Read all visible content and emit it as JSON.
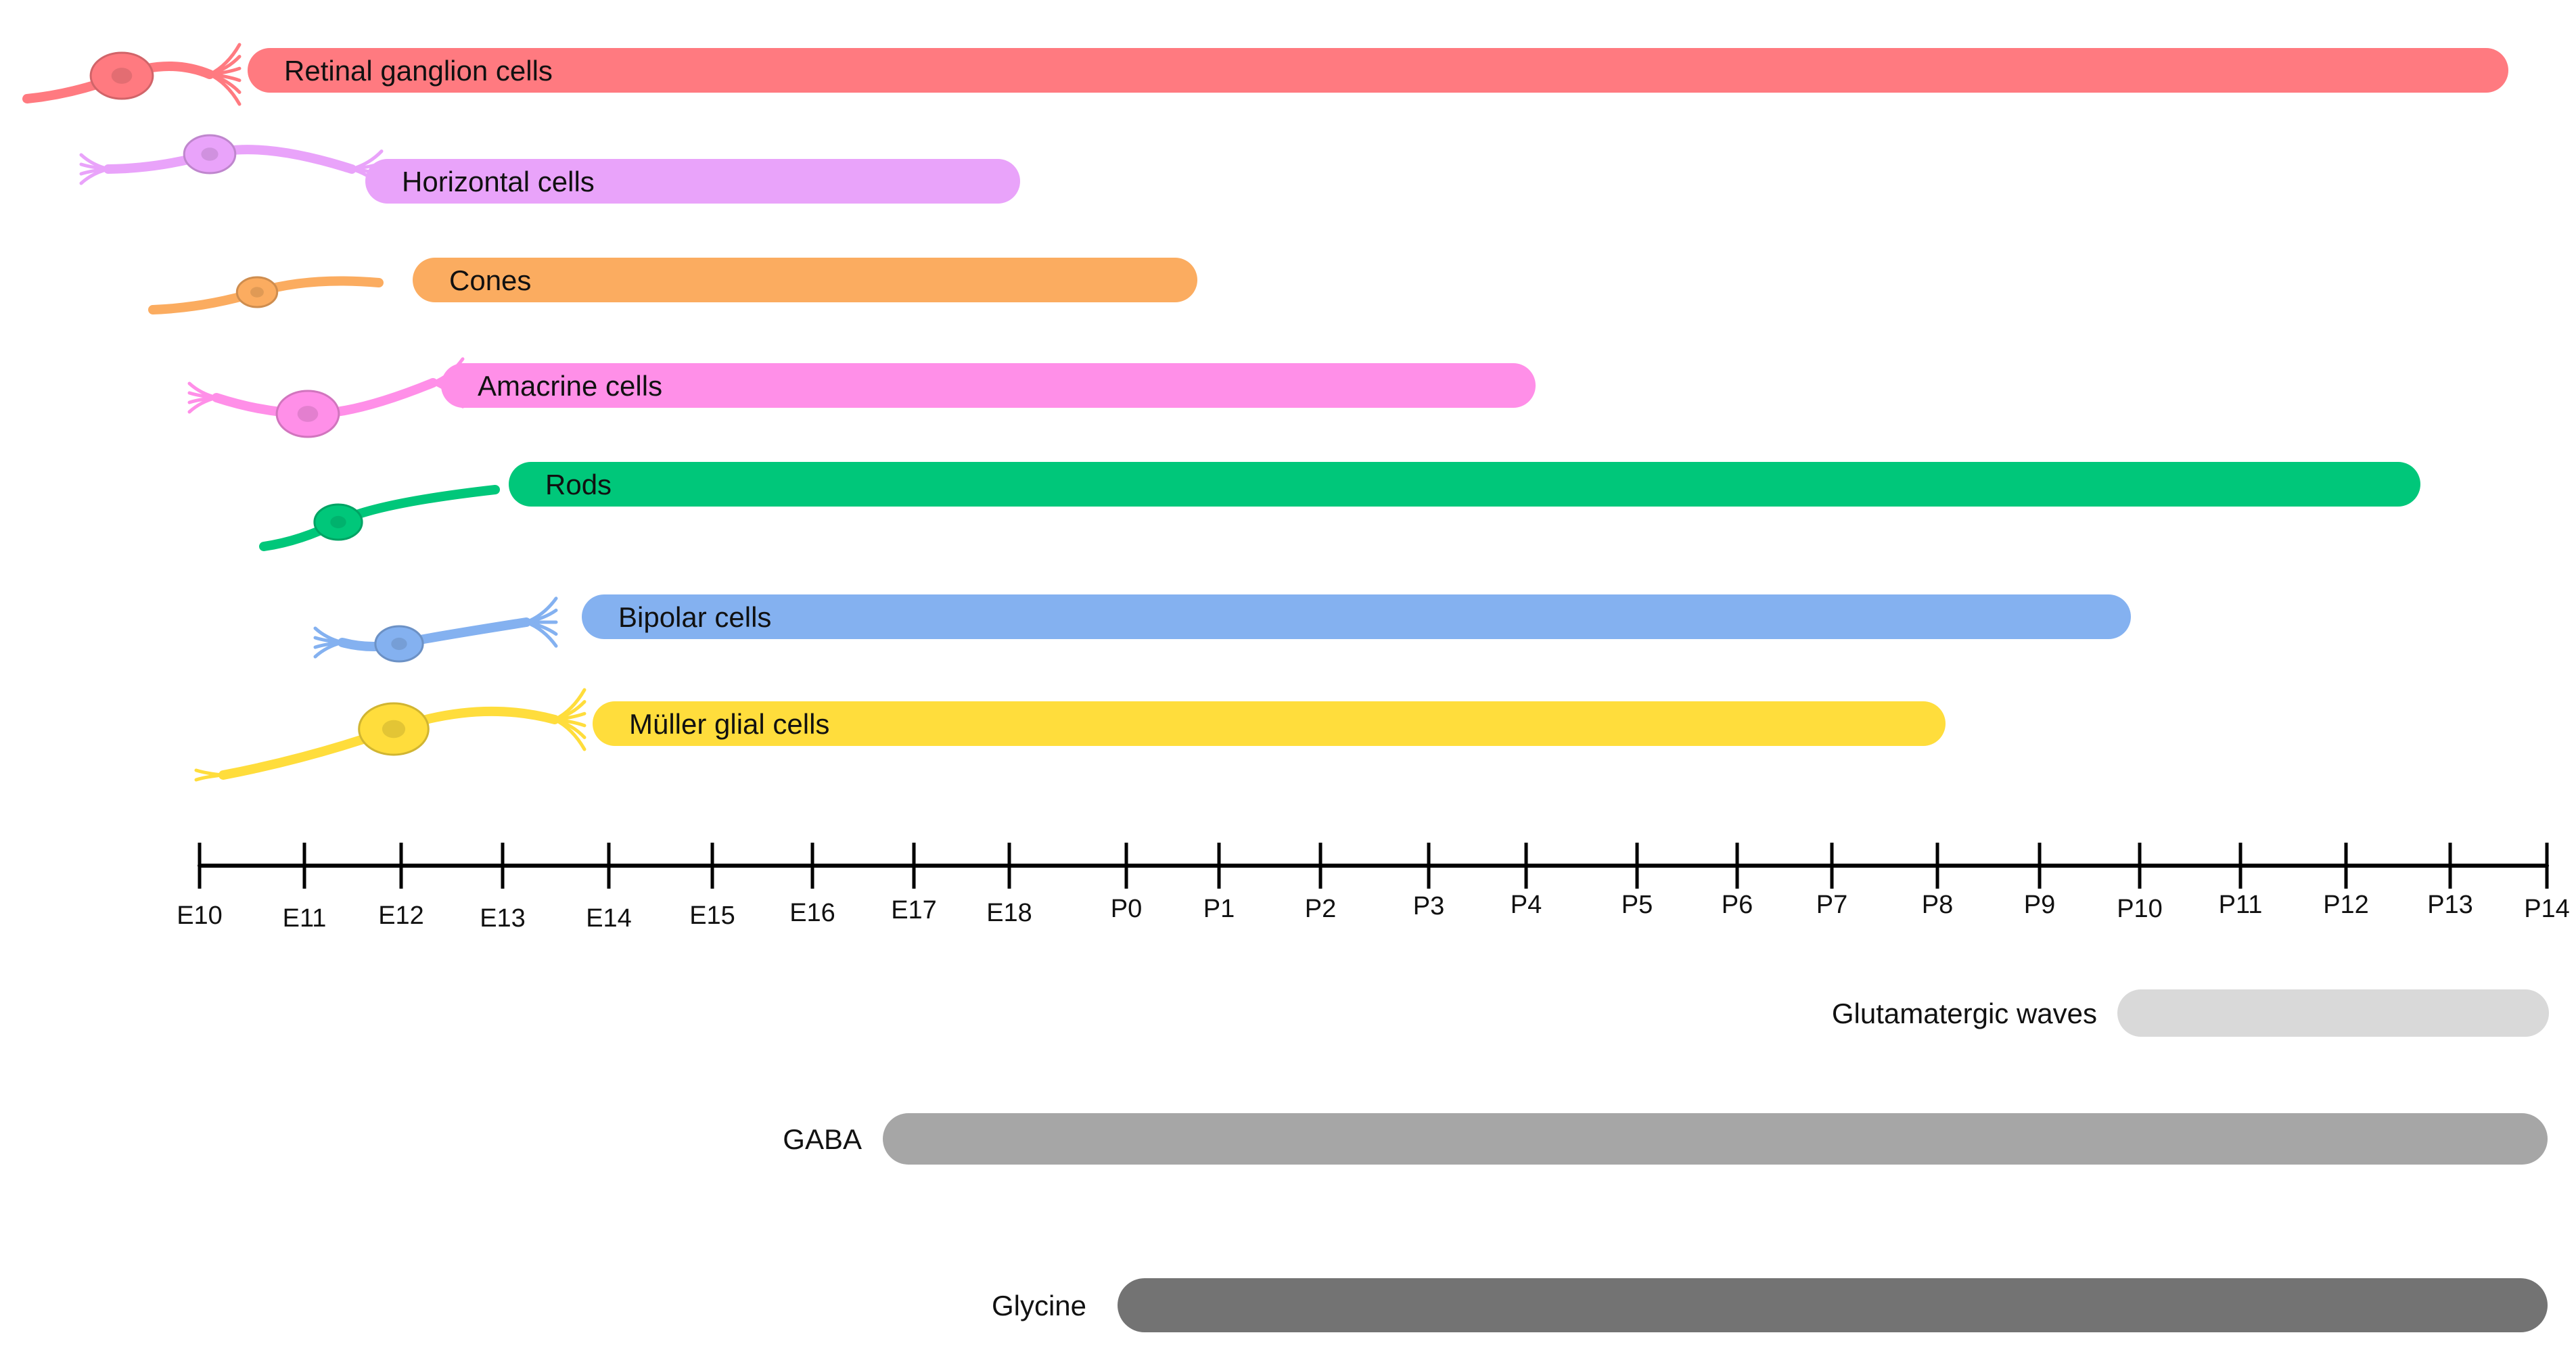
{
  "timeline": {
    "ticks": [
      "E10",
      "E11",
      "E12",
      "E13",
      "E14",
      "E15",
      "E16",
      "E17",
      "E18",
      "P0",
      "P1",
      "P2",
      "P3",
      "P4",
      "P5",
      "P6",
      "P7",
      "P8",
      "P9",
      "P10",
      "P11",
      "P12",
      "P13",
      "P14"
    ]
  },
  "cell_types": [
    {
      "label": "Retinal ganglion cells",
      "start": "E10",
      "end": "P13",
      "color": "#ff7a80",
      "icon": "retinal-ganglion-cell-icon"
    },
    {
      "label": "Horizontal cells",
      "start": "E11",
      "end": "E18",
      "color": "#e9a3fa",
      "icon": "horizontal-cell-icon"
    },
    {
      "label": "Cones",
      "start": "E12",
      "end": "P1",
      "color": "#fbac60",
      "icon": "cone-icon"
    },
    {
      "label": "Amacrine cells",
      "start": "E12",
      "end": "P4",
      "color": "#ff8fe8",
      "icon": "amacrine-cell-icon"
    },
    {
      "label": "Rods",
      "start": "E13",
      "end": "P12",
      "color": "#00c77a",
      "icon": "rod-icon"
    },
    {
      "label": "Bipolar cells",
      "start": "E14",
      "end": "P10",
      "color": "#84b1f0",
      "icon": "bipolar-cell-icon"
    },
    {
      "label": "Müller glial cells",
      "start": "E14",
      "end": "P8",
      "color": "#ffdd3c",
      "icon": "muller-glial-cell-icon"
    }
  ],
  "waves": [
    {
      "label": "Glutamatergic waves",
      "start": "P10",
      "end": "P14",
      "color": "#d9d9d9"
    },
    {
      "label": "GABA",
      "start": "E17",
      "end": "P14",
      "color": "#a6a6a6"
    },
    {
      "label": "Glycine",
      "start": "P0",
      "end": "P14",
      "color": "#737373"
    }
  ]
}
